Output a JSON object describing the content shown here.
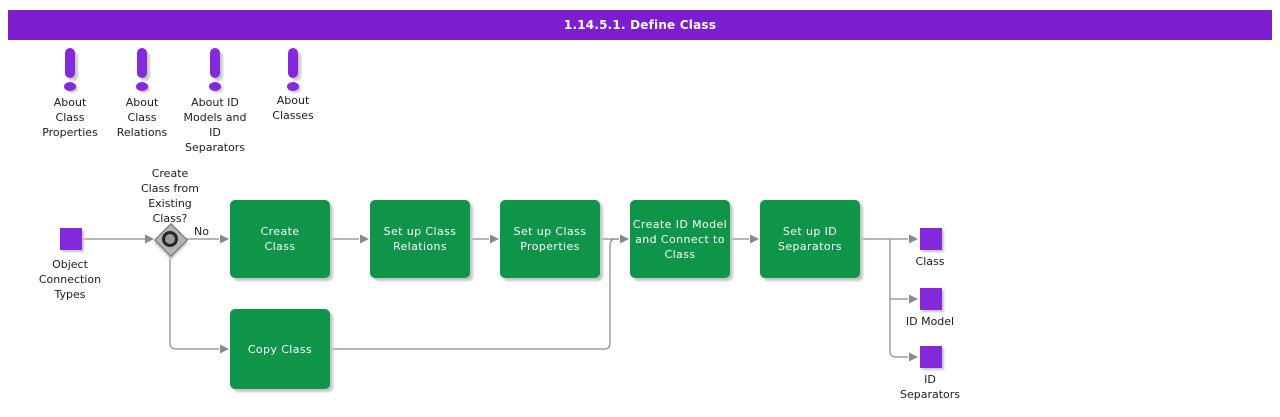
{
  "header": {
    "title": "1.14.5.1. Define Class"
  },
  "colors": {
    "header-purple": "#7d1ece",
    "object-purple": "#8428dc",
    "task-green": "#0f9549",
    "decision-gray": "#b3b3b3",
    "connector-gray": "#8a8a8a",
    "label-dark": "#1c1c1c"
  },
  "info_notes": [
    {
      "icon": "exclamation-icon",
      "label": "About\nClass\nProperties"
    },
    {
      "icon": "exclamation-icon",
      "label": "About\nClass\nRelations"
    },
    {
      "icon": "exclamation-icon",
      "label": "About ID\nModels and\nID\nSeparators"
    },
    {
      "icon": "exclamation-icon",
      "label": "About\nClasses"
    }
  ],
  "flow": {
    "start": {
      "label": "Object\nConnection\nTypes"
    },
    "decision": {
      "question": "Create\nClass from\nExisting\nClass?",
      "no_label": "No"
    },
    "tasks": [
      {
        "label": "Create\nClass"
      },
      {
        "label": "Set up Class\nRelations"
      },
      {
        "label": "Set up Class\nProperties"
      },
      {
        "label": "Create ID Model\nand Connect to\nClass"
      },
      {
        "label": "Set up ID\nSeparators"
      },
      {
        "label": "Copy Class"
      }
    ],
    "outputs": [
      {
        "label": "Class"
      },
      {
        "label": "ID Model"
      },
      {
        "label": "ID\nSeparators"
      }
    ]
  }
}
